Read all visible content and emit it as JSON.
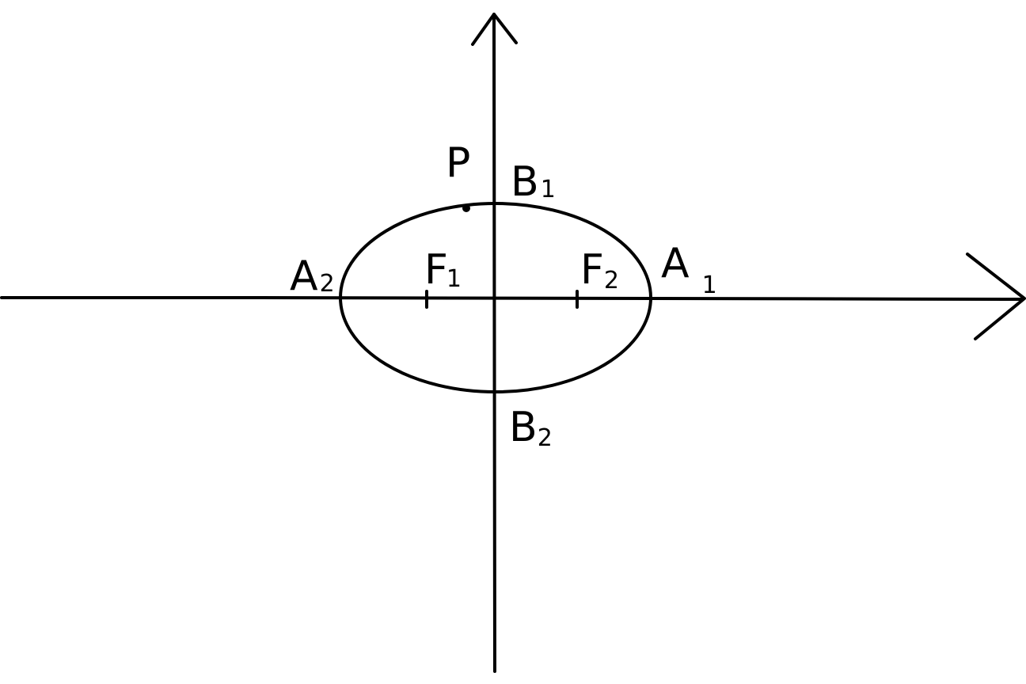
{
  "diagram": {
    "colors": {
      "background": "#ffffff",
      "ink": "#000000"
    },
    "labels": {
      "P": {
        "main": "P",
        "sub": ""
      },
      "B1": {
        "main": "B",
        "sub": "1"
      },
      "B2": {
        "main": "B",
        "sub": "2"
      },
      "A1": {
        "main": "A",
        "sub": "1"
      },
      "A2": {
        "main": "A",
        "sub": "2"
      },
      "F1": {
        "main": "F",
        "sub": "1"
      },
      "F2": {
        "main": "F",
        "sub": "2"
      }
    }
  }
}
